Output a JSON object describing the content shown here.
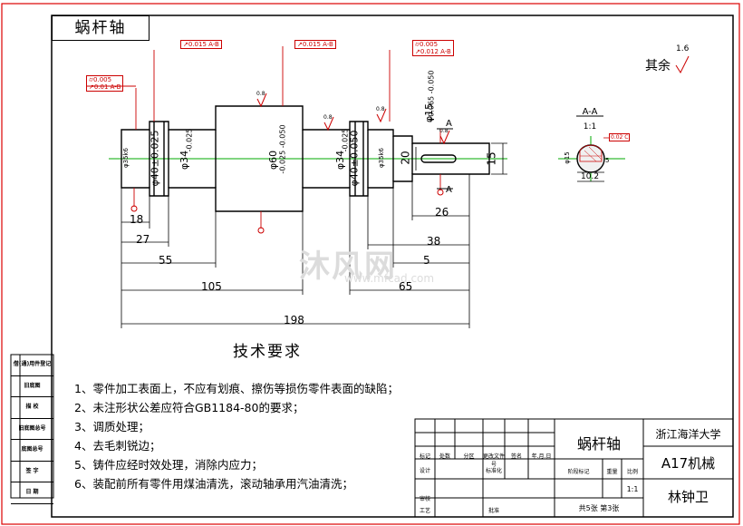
{
  "drawing_title": "蜗杆轴",
  "surface_note": {
    "label": "其余",
    "roughness": "1.6"
  },
  "section": {
    "title": "A-A",
    "scale": "1:1",
    "diam": "φ15",
    "width": "10.2",
    "depth": "5",
    "tol": "0.02",
    "datum": "C"
  },
  "tech_requirements": {
    "title": "技术要求",
    "items": [
      "1、零件加工表面上，不应有划痕、擦伤等损伤零件表面的缺陷；",
      "2、未注形状公差应符合GB1184-80的要求；",
      "3、调质处理；",
      "4、去毛刺锐边；",
      "5、铸件应经时效处理，消除内应力；",
      "6、装配前所有零件用煤油清洗，滚动轴承用汽油清洗；"
    ]
  },
  "side_labels": [
    "借(通)用件登记",
    "旧底图",
    "描 校",
    "旧底图总号",
    "底图总号",
    "签 字",
    "日 期"
  ],
  "title_block": {
    "part_name": "蜗杆轴",
    "university": "浙江海洋大学",
    "class": "A17机械",
    "author": "林钟卫",
    "scale": "1:1",
    "sheets": "共5张 第3张",
    "h_mark": "标记",
    "h_count": "处数",
    "h_zone": "分区",
    "h_doc": "更改文件号",
    "h_sign": "签名",
    "h_date": "年.月.日",
    "h_design": "设计",
    "h_std": "标准化",
    "h_stage": "阶段标记",
    "h_weight": "重量",
    "h_scale": "比例",
    "h_review": "审核",
    "h_craft": "工艺",
    "h_approve": "批准"
  },
  "dims": {
    "d18": "18",
    "d27": "27",
    "d55": "55",
    "d105": "105",
    "d198": "198",
    "d26": "26",
    "d38": "38",
    "d5": "5",
    "d65": "65",
    "d20": "20",
    "d15": "15",
    "phi35a": "φ35k6",
    "phi40a": "φ40±0.025",
    "phi34a": "φ34",
    "phi34a_tol": "-0.025",
    "phi60": "φ60",
    "phi60_tol": "-0.025 -0.050",
    "phi34b": "φ34",
    "phi34b_tol": "-0.025",
    "phi40b": "φ40±0.050",
    "phi35b": "φ35k6",
    "phi15": "φ15",
    "phi15_tol": "+0.065 -0.050",
    "r08": "0.8",
    "sec_A": "A"
  },
  "gtol": {
    "g1": "⌭0.005",
    "g1b": "↗0.01 A-B",
    "g2": "↗0.015 A-B",
    "g3": "↗0.015 A-B",
    "g4": "⌭0.005",
    "g4b": "↗0.012 A-B"
  },
  "watermark": {
    "main": "沐风网",
    "sub": "www.mfcad.com"
  }
}
